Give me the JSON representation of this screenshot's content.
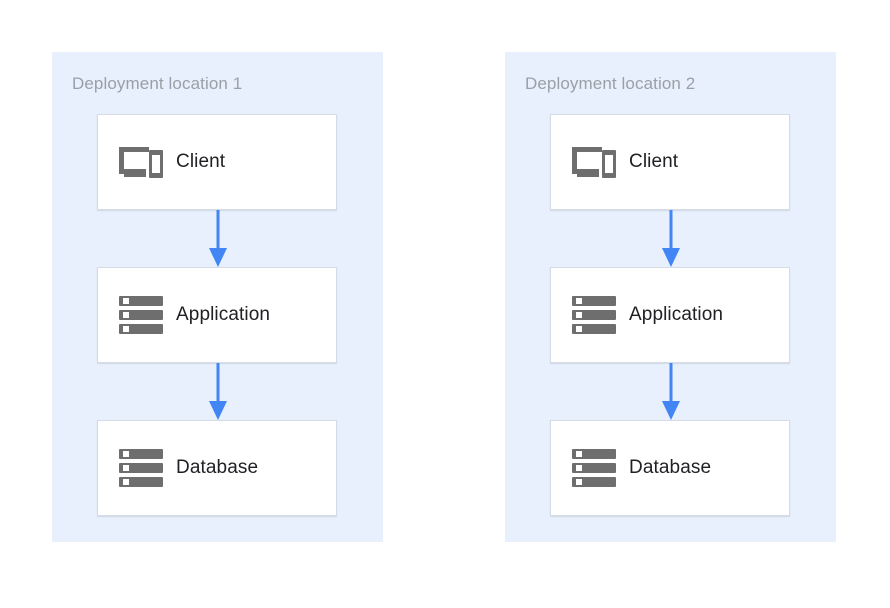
{
  "diagram": {
    "background_color": "#ffffff",
    "panel_color": "#e8f0fe",
    "node_fill": "#ffffff",
    "node_border": "#d5dce5",
    "arrow_color": "#4285f4",
    "icon_color": "#6e6e6e",
    "title_color": "#9aa0a6",
    "label_color": "#202124",
    "panels": [
      {
        "title": "Deployment location 1",
        "nodes": [
          {
            "label": "Client",
            "icon": "devices-icon"
          },
          {
            "label": "Application",
            "icon": "server-icon"
          },
          {
            "label": "Database",
            "icon": "server-icon"
          }
        ],
        "arrows": [
          {
            "from": "Client",
            "to": "Application",
            "direction": "down"
          },
          {
            "from": "Application",
            "to": "Database",
            "direction": "down"
          }
        ]
      },
      {
        "title": "Deployment location 2",
        "nodes": [
          {
            "label": "Client",
            "icon": "devices-icon"
          },
          {
            "label": "Application",
            "icon": "server-icon"
          },
          {
            "label": "Database",
            "icon": "server-icon"
          }
        ],
        "arrows": [
          {
            "from": "Client",
            "to": "Application",
            "direction": "down"
          },
          {
            "from": "Application",
            "to": "Database",
            "direction": "down"
          }
        ]
      }
    ]
  }
}
